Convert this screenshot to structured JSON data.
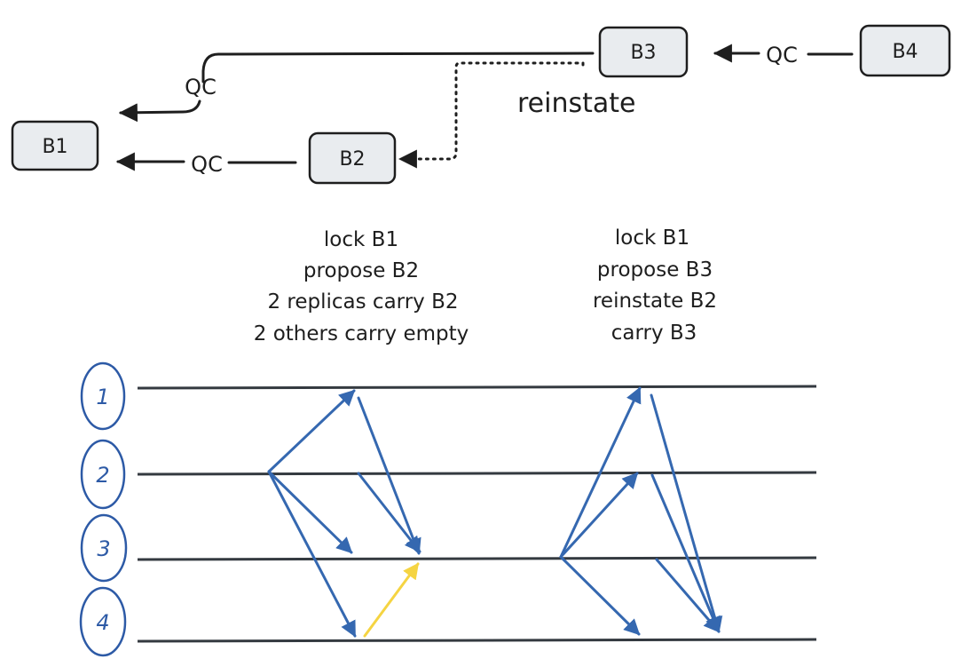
{
  "blocks": {
    "b1": "B1",
    "b2": "B2",
    "b3": "B3",
    "b4": "B4"
  },
  "edges": {
    "qc_b4_b3": "QC",
    "qc_b3_b1": "QC",
    "qc_b2_b1": "QC",
    "reinstate": "reinstate"
  },
  "notes": {
    "left": [
      "lock B1",
      "propose B2",
      "2 replicas carry B2",
      "2 others carry empty"
    ],
    "right": [
      "lock B1",
      "propose B3",
      "reinstate B2",
      "carry B3"
    ]
  },
  "replicas": [
    "1",
    "2",
    "3",
    "4"
  ],
  "colors": {
    "message": "#3568b0",
    "empty_message": "#f5d442",
    "replica": "#2d5aa6",
    "block_fill": "#e9ecef"
  }
}
